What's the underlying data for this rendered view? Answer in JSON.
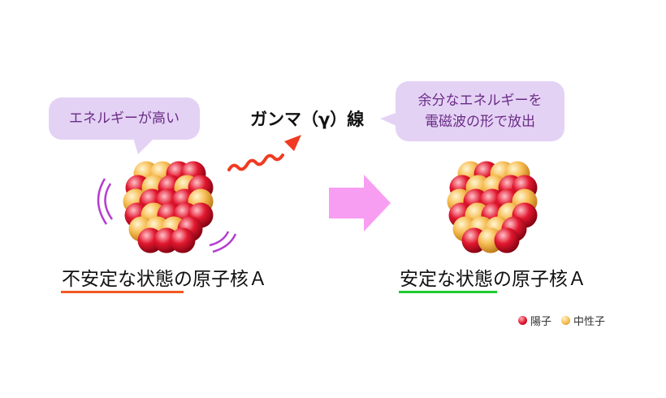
{
  "bubbles": {
    "left": {
      "text": "エネルギーが高い"
    },
    "right": {
      "line1": "余分なエネルギーを",
      "line2": "電磁波の形で放出"
    }
  },
  "gamma": {
    "label": "ガンマ（γ）線"
  },
  "nuclei": {
    "left": {
      "label": "不安定な状態の原子核Ａ"
    },
    "right": {
      "label": "安定な状態の原子核Ａ"
    }
  },
  "legend": {
    "proton": "陽子",
    "neutron": "中性子"
  },
  "colors": {
    "proton": "#e2182f",
    "neutron": "#f7bd54",
    "bubble": "#e4d2f5",
    "bubble_text": "#6a2c86",
    "arrow": "#f89ef2",
    "gamma_wave": "#f03a22",
    "vibration": "#b53cd1",
    "underline_left": "#f05a22",
    "underline_right": "#1ecb2f"
  }
}
